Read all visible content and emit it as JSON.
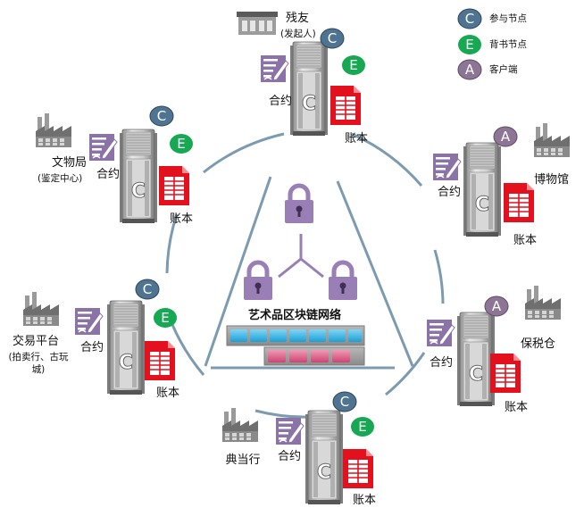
{
  "legend": {
    "consensus_letter": "C",
    "consensus_label": "参与节点",
    "endorse_letter": "E",
    "endorse_label": "背书节点",
    "app_letter": "A",
    "app_label": "客户端"
  },
  "center_label": "艺术品区块链网络",
  "nodes": {
    "canyou": {
      "name": "残友",
      "sub": "(发起人)",
      "contract": "合约",
      "ledger": "账本",
      "badge1": "C",
      "badge2": "E"
    },
    "wenwuju": {
      "name": "文物局",
      "sub": "(鉴定中心)",
      "contract": "合约",
      "ledger": "账本",
      "badge1": "C",
      "badge2": "E"
    },
    "bowuguan": {
      "name": "博物馆",
      "contract": "合约",
      "ledger": "账本",
      "badge1": "A"
    },
    "jiaoyi": {
      "name": "交易平台",
      "sub": "(拍卖行、古玩城)",
      "contract": "合约",
      "ledger": "账本",
      "badge1": "C",
      "badge2": "E"
    },
    "baoshui": {
      "name": "保税仓",
      "contract": "合约",
      "ledger": "账本",
      "badge1": "A"
    },
    "diandang": {
      "name": "典当行",
      "contract": "合约",
      "ledger": "账本",
      "badge1": "C",
      "badge2": "E"
    }
  },
  "colors": {
    "ring": "#7d9bb0",
    "badge_c": "#4f7491",
    "badge_e": "#16a853",
    "badge_a": "#8d7695",
    "ledger": "#e2111d",
    "contract": "#8b73a8",
    "lock": "#9a7fb7",
    "block_cyan": "#33b5e6",
    "block_pink": "#d95b86"
  }
}
